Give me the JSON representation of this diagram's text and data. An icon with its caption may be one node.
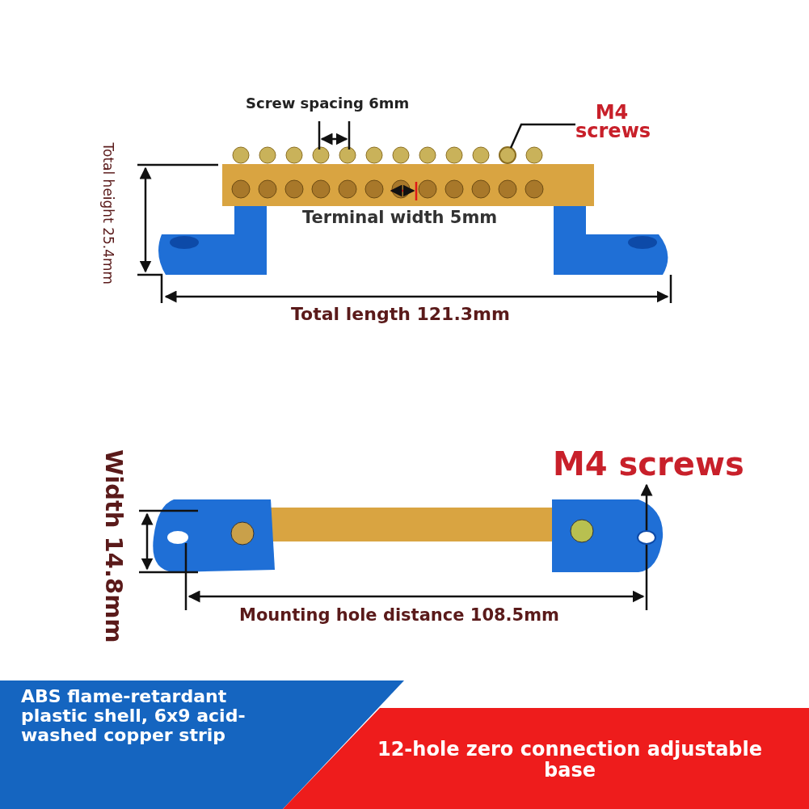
{
  "diagram": {
    "nodes": [
      {
        "text": [
          "M4 screws"
        ]
      },
      {
        "text": [],
        "shape": "circle"
      },
      {
        "text": [
          "M4 screws"
        ]
      },
      {
        "text": [],
        "shape": "circle"
      },
      {
        "text": [
          "ABS flame-retardant plastic shell, 6x9 acid-washed copper strip"
        ]
      },
      {
        "text": [
          "12-hole zero connection adjustable base"
        ]
      }
    ],
    "edges": [
      {
        "from": 0,
        "to": 1,
        "arrow": "none"
      },
      {
        "from": 3,
        "to": 2,
        "arrow": "to"
      }
    ],
    "labels": [
      "Screw spacing 6mm",
      "Total height 25.4mm",
      "Terminal width 5mm",
      "Total length 121.3mm",
      "Width 14.8mm",
      "Mounting hole distance 108.5mm"
    ]
  }
}
